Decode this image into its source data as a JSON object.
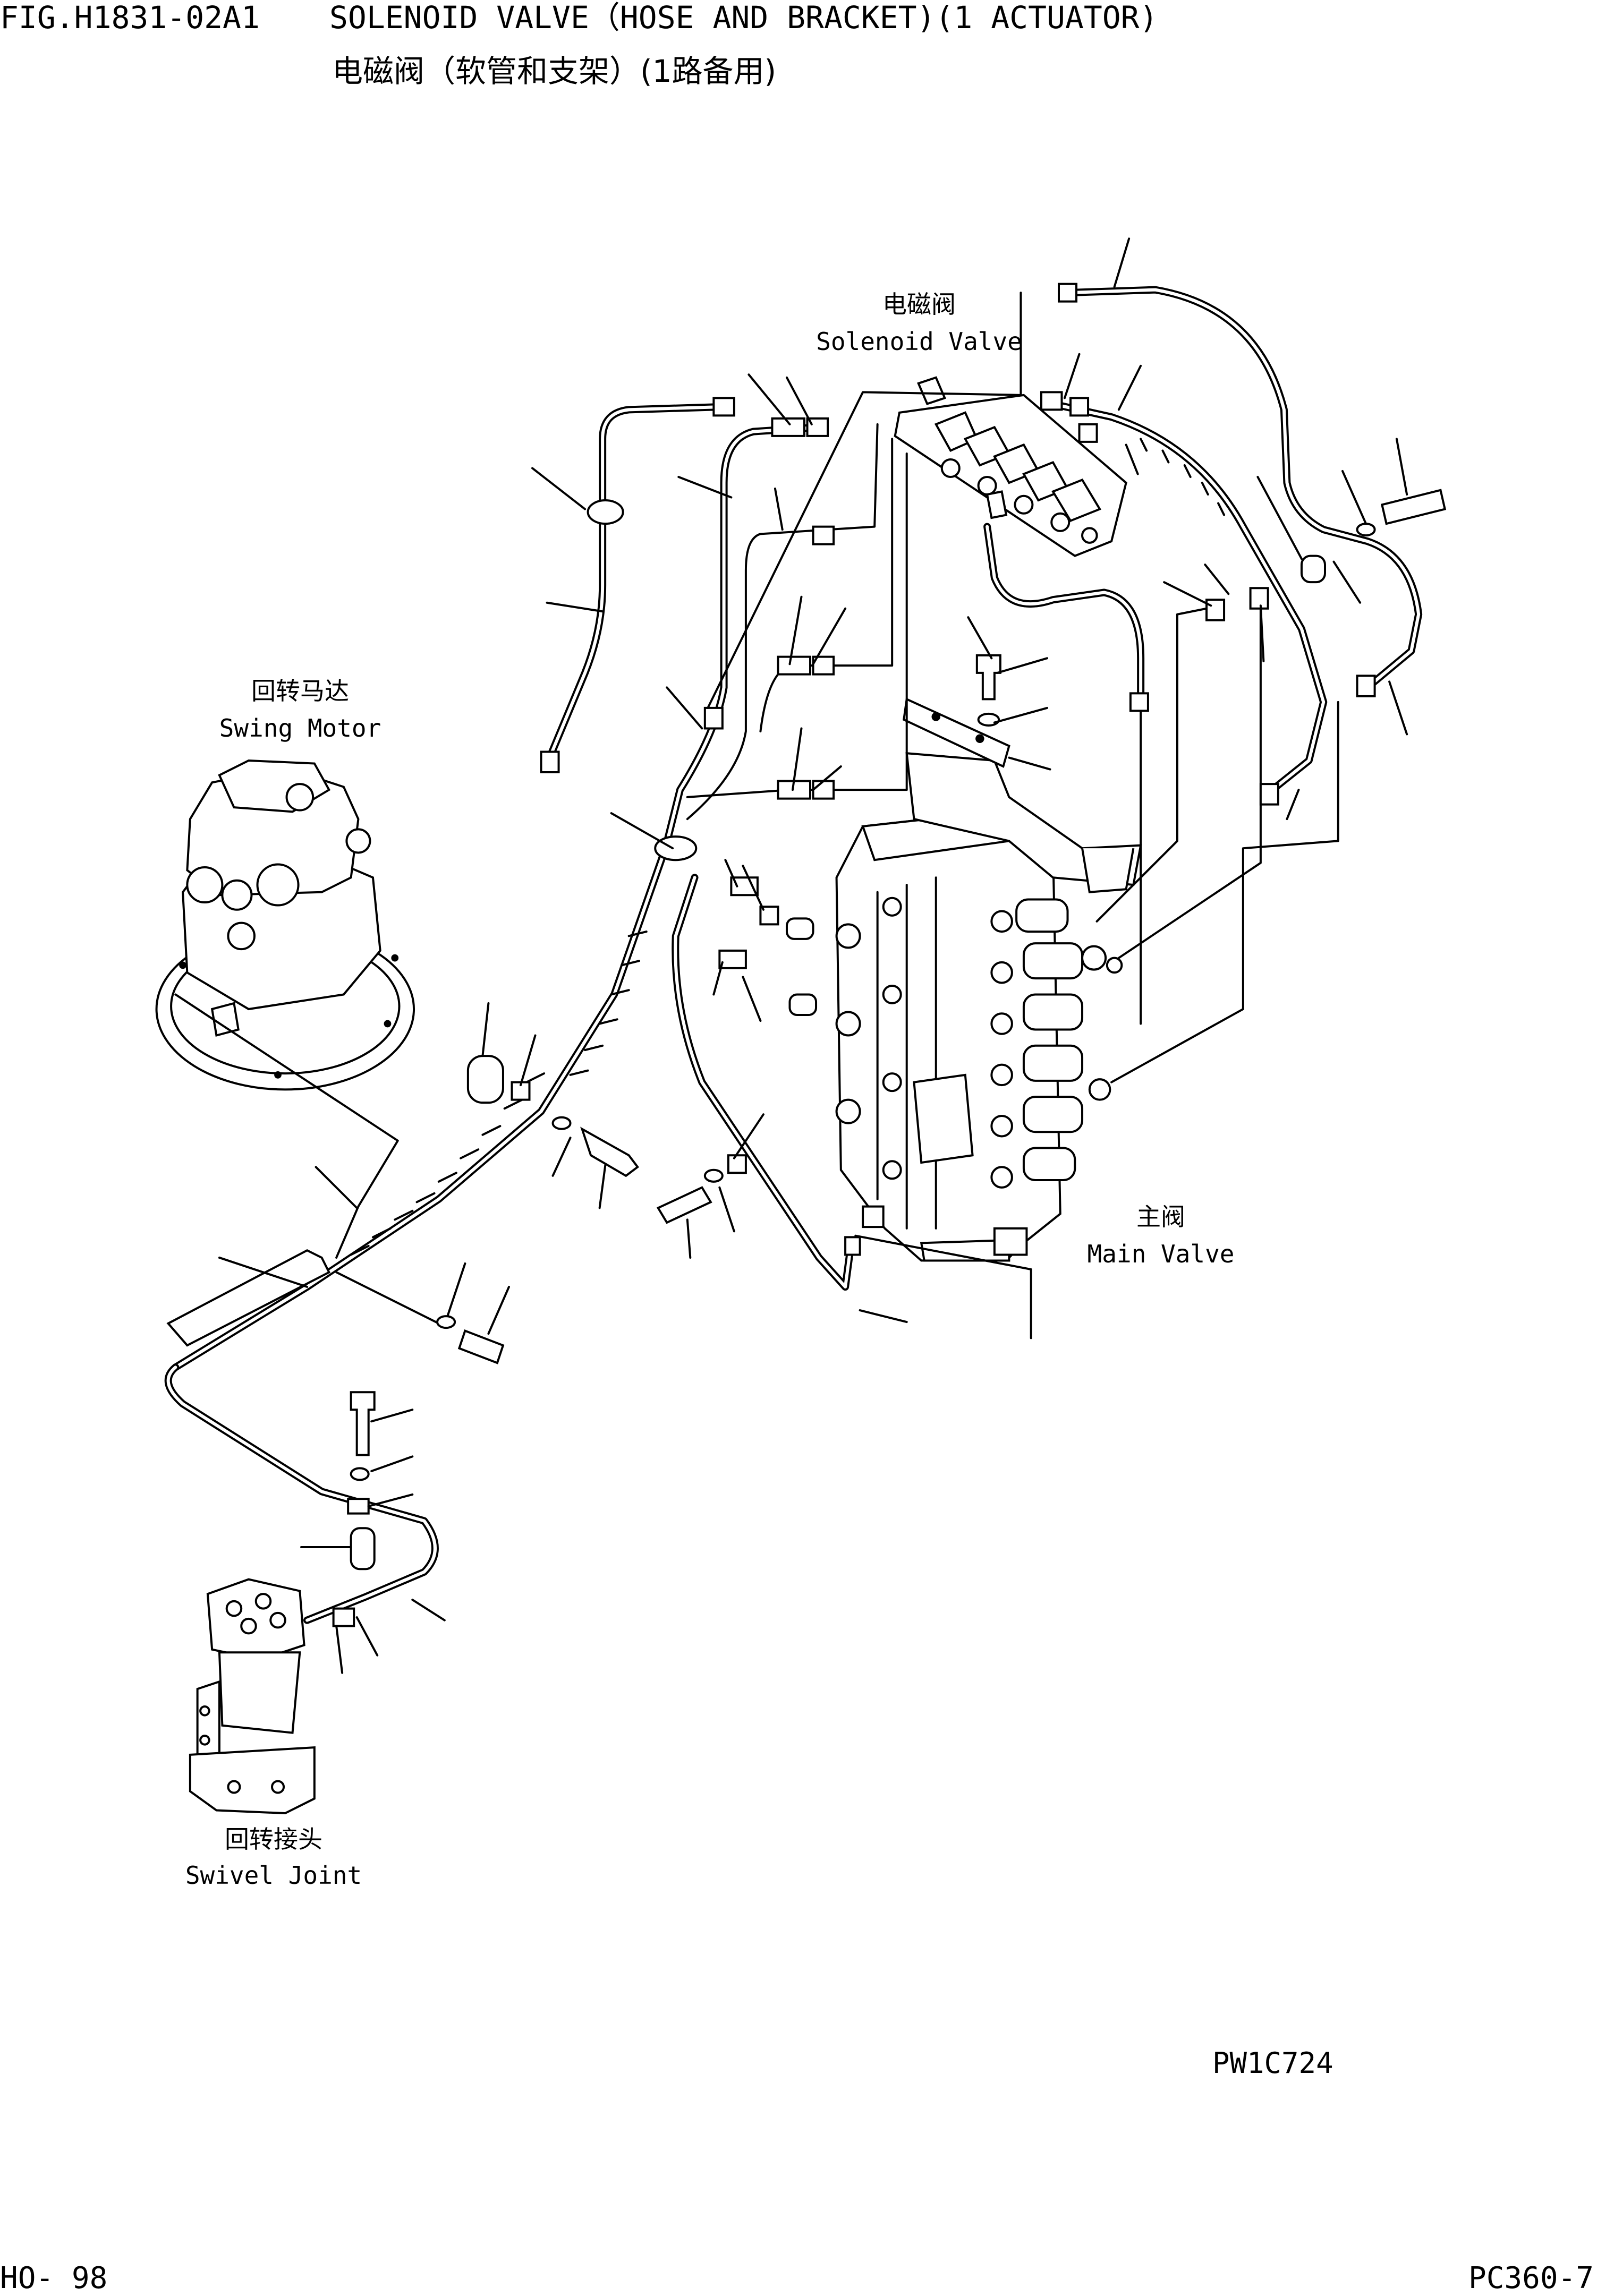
{
  "header": {
    "fig_code": "FIG.H1831-02A1",
    "title_en": "SOLENOID VALVE（HOSE AND BRACKET)(1 ACTUATOR)",
    "title_cn": "电磁阀（软管和支架）(1路备用)"
  },
  "labels": {
    "solenoid_valve": {
      "cn": "电磁阀",
      "en": "Solenoid Valve"
    },
    "swing_motor": {
      "cn": "回转马达",
      "en": "Swing Motor"
    },
    "main_valve": {
      "cn": "主阀",
      "en": "Main Valve"
    },
    "swivel_joint": {
      "cn": "回转接头",
      "en": "Swivel Joint"
    }
  },
  "drawing_code": "PW1C724",
  "footer": {
    "page": "HO- 98",
    "model": "PC360-7"
  }
}
